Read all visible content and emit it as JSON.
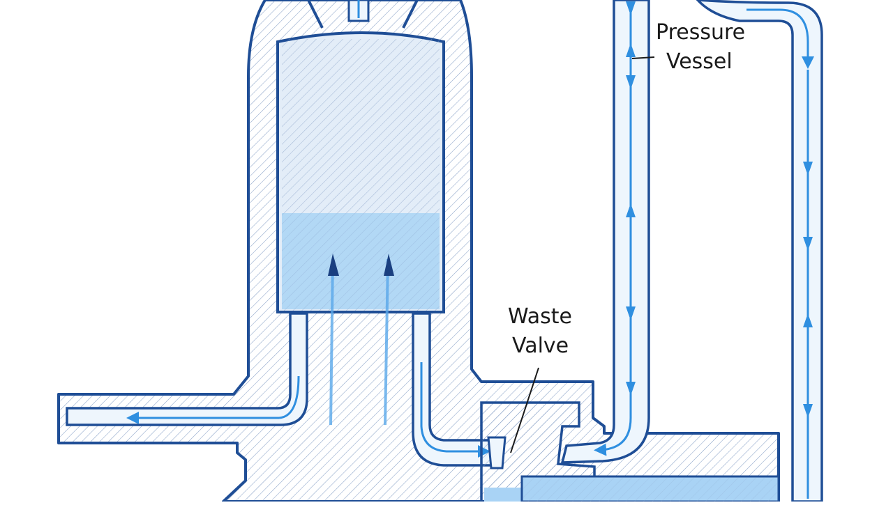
{
  "diagram": {
    "labels": {
      "pressure_vessel_line1": "Pressure",
      "pressure_vessel_line2": "Vessel",
      "waste_valve_line1": "Waste",
      "waste_valve_line2": "Valve"
    },
    "colors": {
      "outline": "#1f4e96",
      "water": "#a9d3f5",
      "flow_arrow": "#2f8fe0",
      "dark_arrow": "#1a3f80",
      "pipe_fill": "#eef6fd",
      "hatch": "#8aa3c8"
    }
  }
}
